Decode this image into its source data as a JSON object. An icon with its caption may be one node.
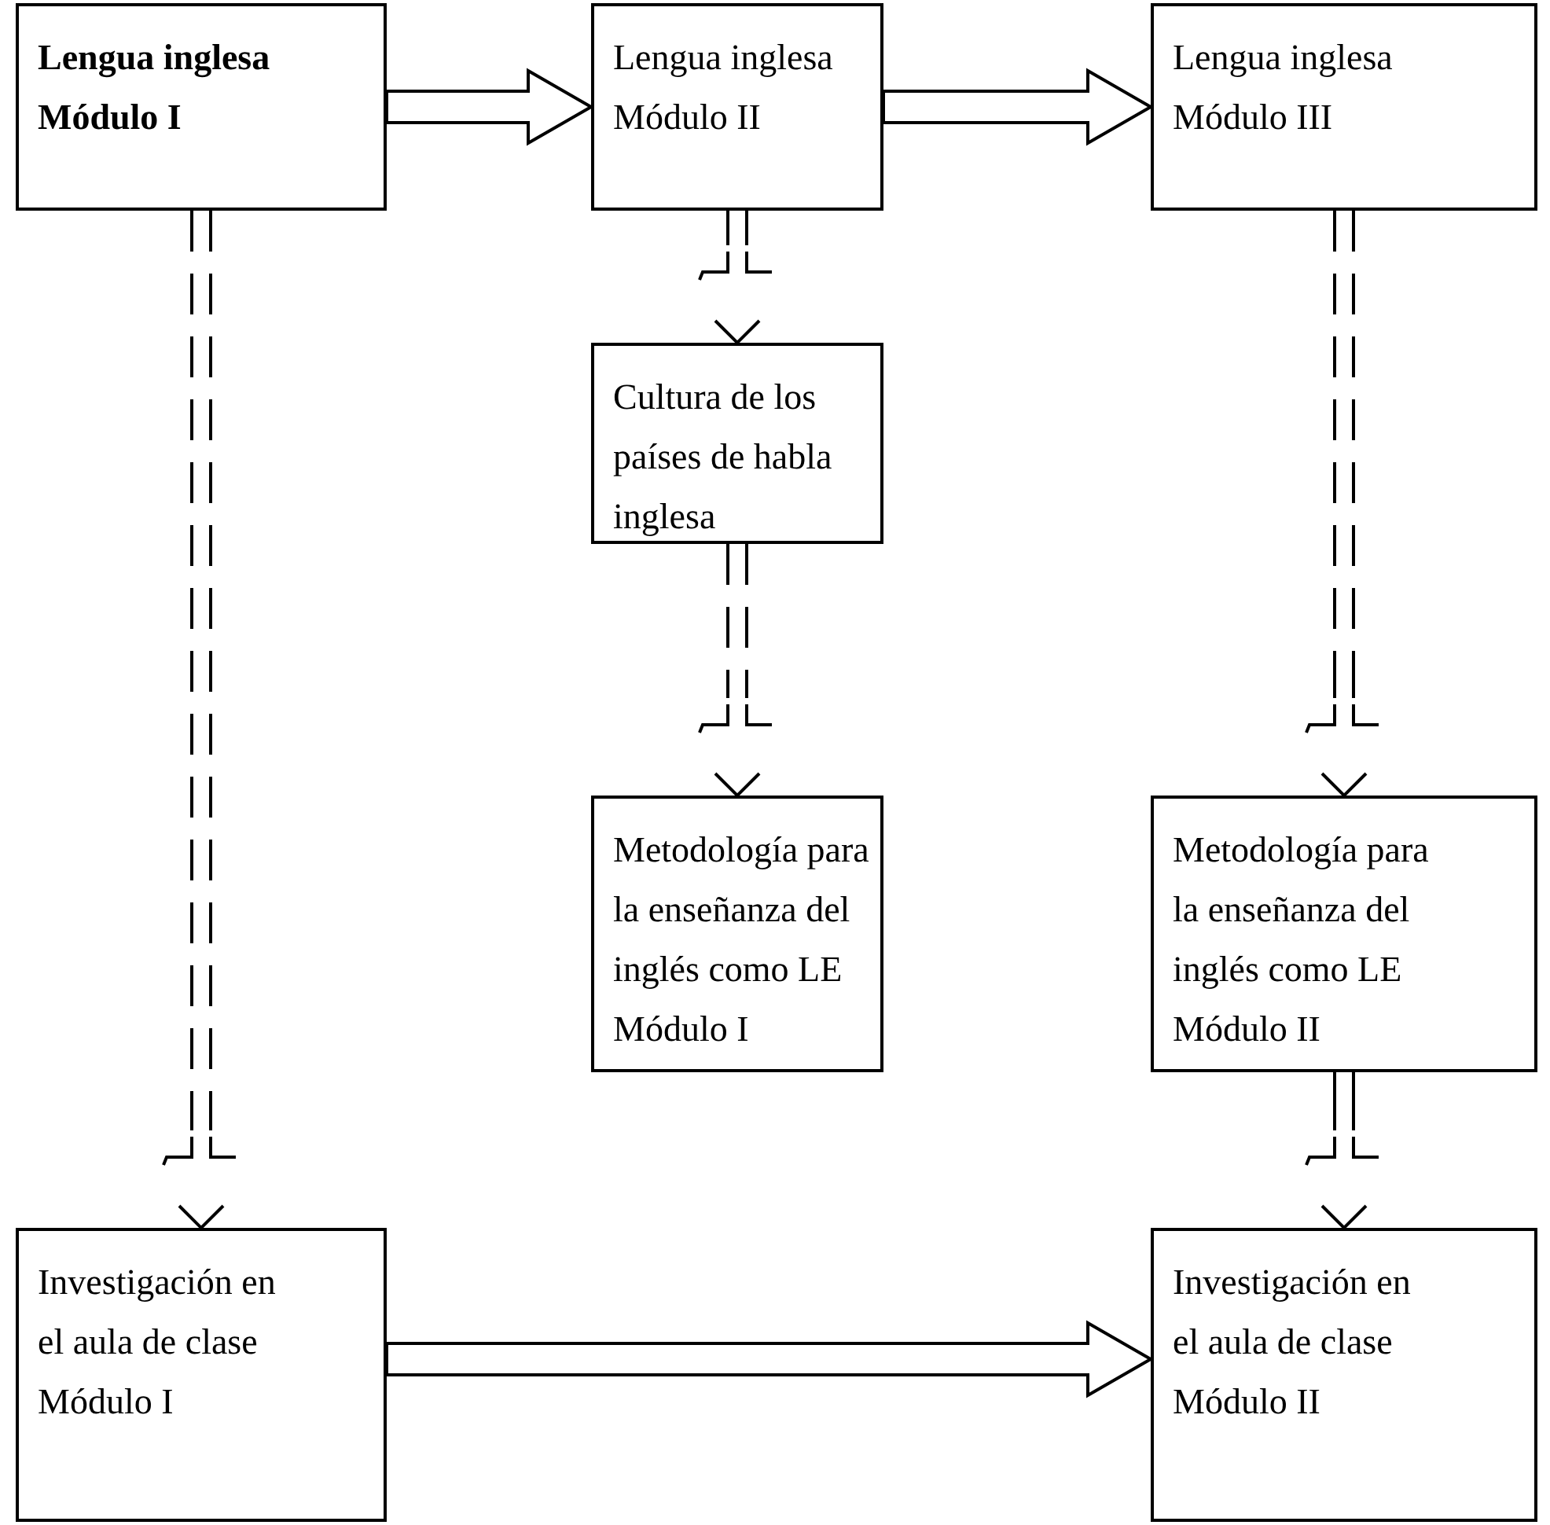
{
  "diagram": {
    "nodes": [
      {
        "text": [
          "Lengua inglesa",
          "Módulo I"
        ]
      },
      {
        "text": [
          "Lengua inglesa",
          "Módulo II"
        ]
      },
      {
        "text": [
          "Lengua inglesa",
          "Módulo III"
        ]
      },
      {
        "text": [
          "Cultura de los países de habla inglesa"
        ]
      },
      {
        "text": [
          "Metodología para la enseñanza del inglés como LE",
          "Módulo I"
        ]
      },
      {
        "text": [
          "Metodología para la enseñanza del inglés como LE",
          "Módulo II"
        ]
      },
      {
        "text": [
          "Investigación en el aula de clase",
          "Módulo I"
        ]
      },
      {
        "text": [
          "Investigación en el aula de clase",
          "Módulo II"
        ]
      }
    ],
    "edges": [
      {
        "from": 0,
        "to": 1,
        "arrow": "to",
        "style": "thick"
      },
      {
        "from": 1,
        "to": 2,
        "arrow": "to",
        "style": "thick"
      },
      {
        "from": 0,
        "to": 6,
        "arrow": "to",
        "style": "dashed"
      },
      {
        "from": 1,
        "to": 3,
        "arrow": "to",
        "style": "dashed"
      },
      {
        "from": 3,
        "to": 4,
        "arrow": "to",
        "style": "dashed"
      },
      {
        "from": 2,
        "to": 5,
        "arrow": "to",
        "style": "dashed"
      },
      {
        "from": 5,
        "to": 7,
        "arrow": "to",
        "style": "dashed"
      },
      {
        "from": 6,
        "to": 7,
        "arrow": "to",
        "style": "thick"
      }
    ]
  }
}
